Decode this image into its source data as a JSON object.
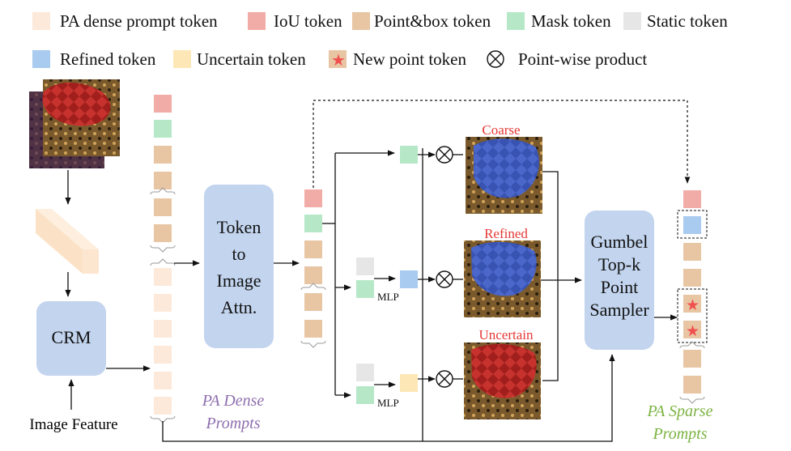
{
  "legend": {
    "pa_dense": "PA dense prompt token",
    "iou": "IoU token",
    "point_box": "Point&box token",
    "mask": "Mask token",
    "static": "Static token",
    "refined": "Refined token",
    "uncertain": "Uncertain token",
    "new_point": "New point token",
    "pointwise": "Point-wise product"
  },
  "blocks": {
    "crm": "CRM",
    "t2i": [
      "Token",
      "to",
      "Image",
      "Attn."
    ],
    "gumbel": [
      "Gumbel",
      "Top-k",
      "Point",
      "Sampler"
    ]
  },
  "labels": {
    "image_feature": "Image Feature",
    "coarse": "Coarse",
    "refined": "Refined",
    "uncertain": "Uncertain",
    "mlp": "MLP",
    "pa_dense": [
      "PA Dense",
      "Prompts"
    ],
    "pa_sparse": [
      "PA Sparse",
      "Prompts"
    ]
  },
  "colors": {
    "pa_dense": "#fde9d9",
    "iou": "#f2aca7",
    "point_box": "#e8c6a4",
    "mask": "#b6e8c8",
    "static": "#e6e6e6",
    "refined": "#a9cbef",
    "uncertain": "#fde7b6",
    "new_point_star": "#f0514f",
    "block": "#c2d4ee"
  }
}
